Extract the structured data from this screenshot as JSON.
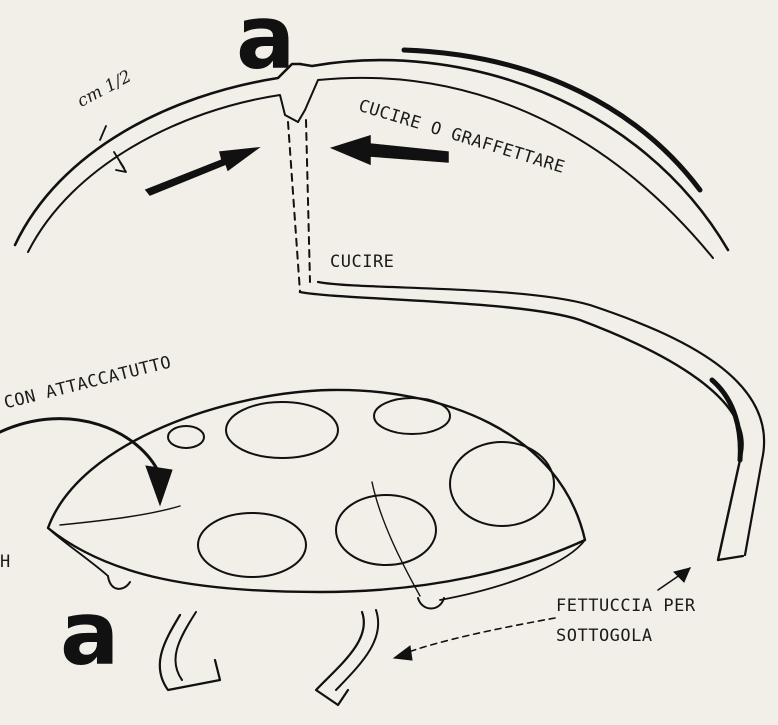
{
  "labels": {
    "marker_top": "a",
    "marker_bottom": "a",
    "margin_note": "cm 1/2",
    "sew_or_staple": "CUCIRE O GRAFFETTARE",
    "sew": "CUCIRE",
    "with_glue": "CON ATTACCATUTTO",
    "cut_off_letter": "H",
    "strap_line1": "FETTUCCIA PER",
    "strap_line2": "SOTTOGOLA"
  },
  "colors": {
    "paper": "#f1efe8",
    "ink": "#111111"
  }
}
